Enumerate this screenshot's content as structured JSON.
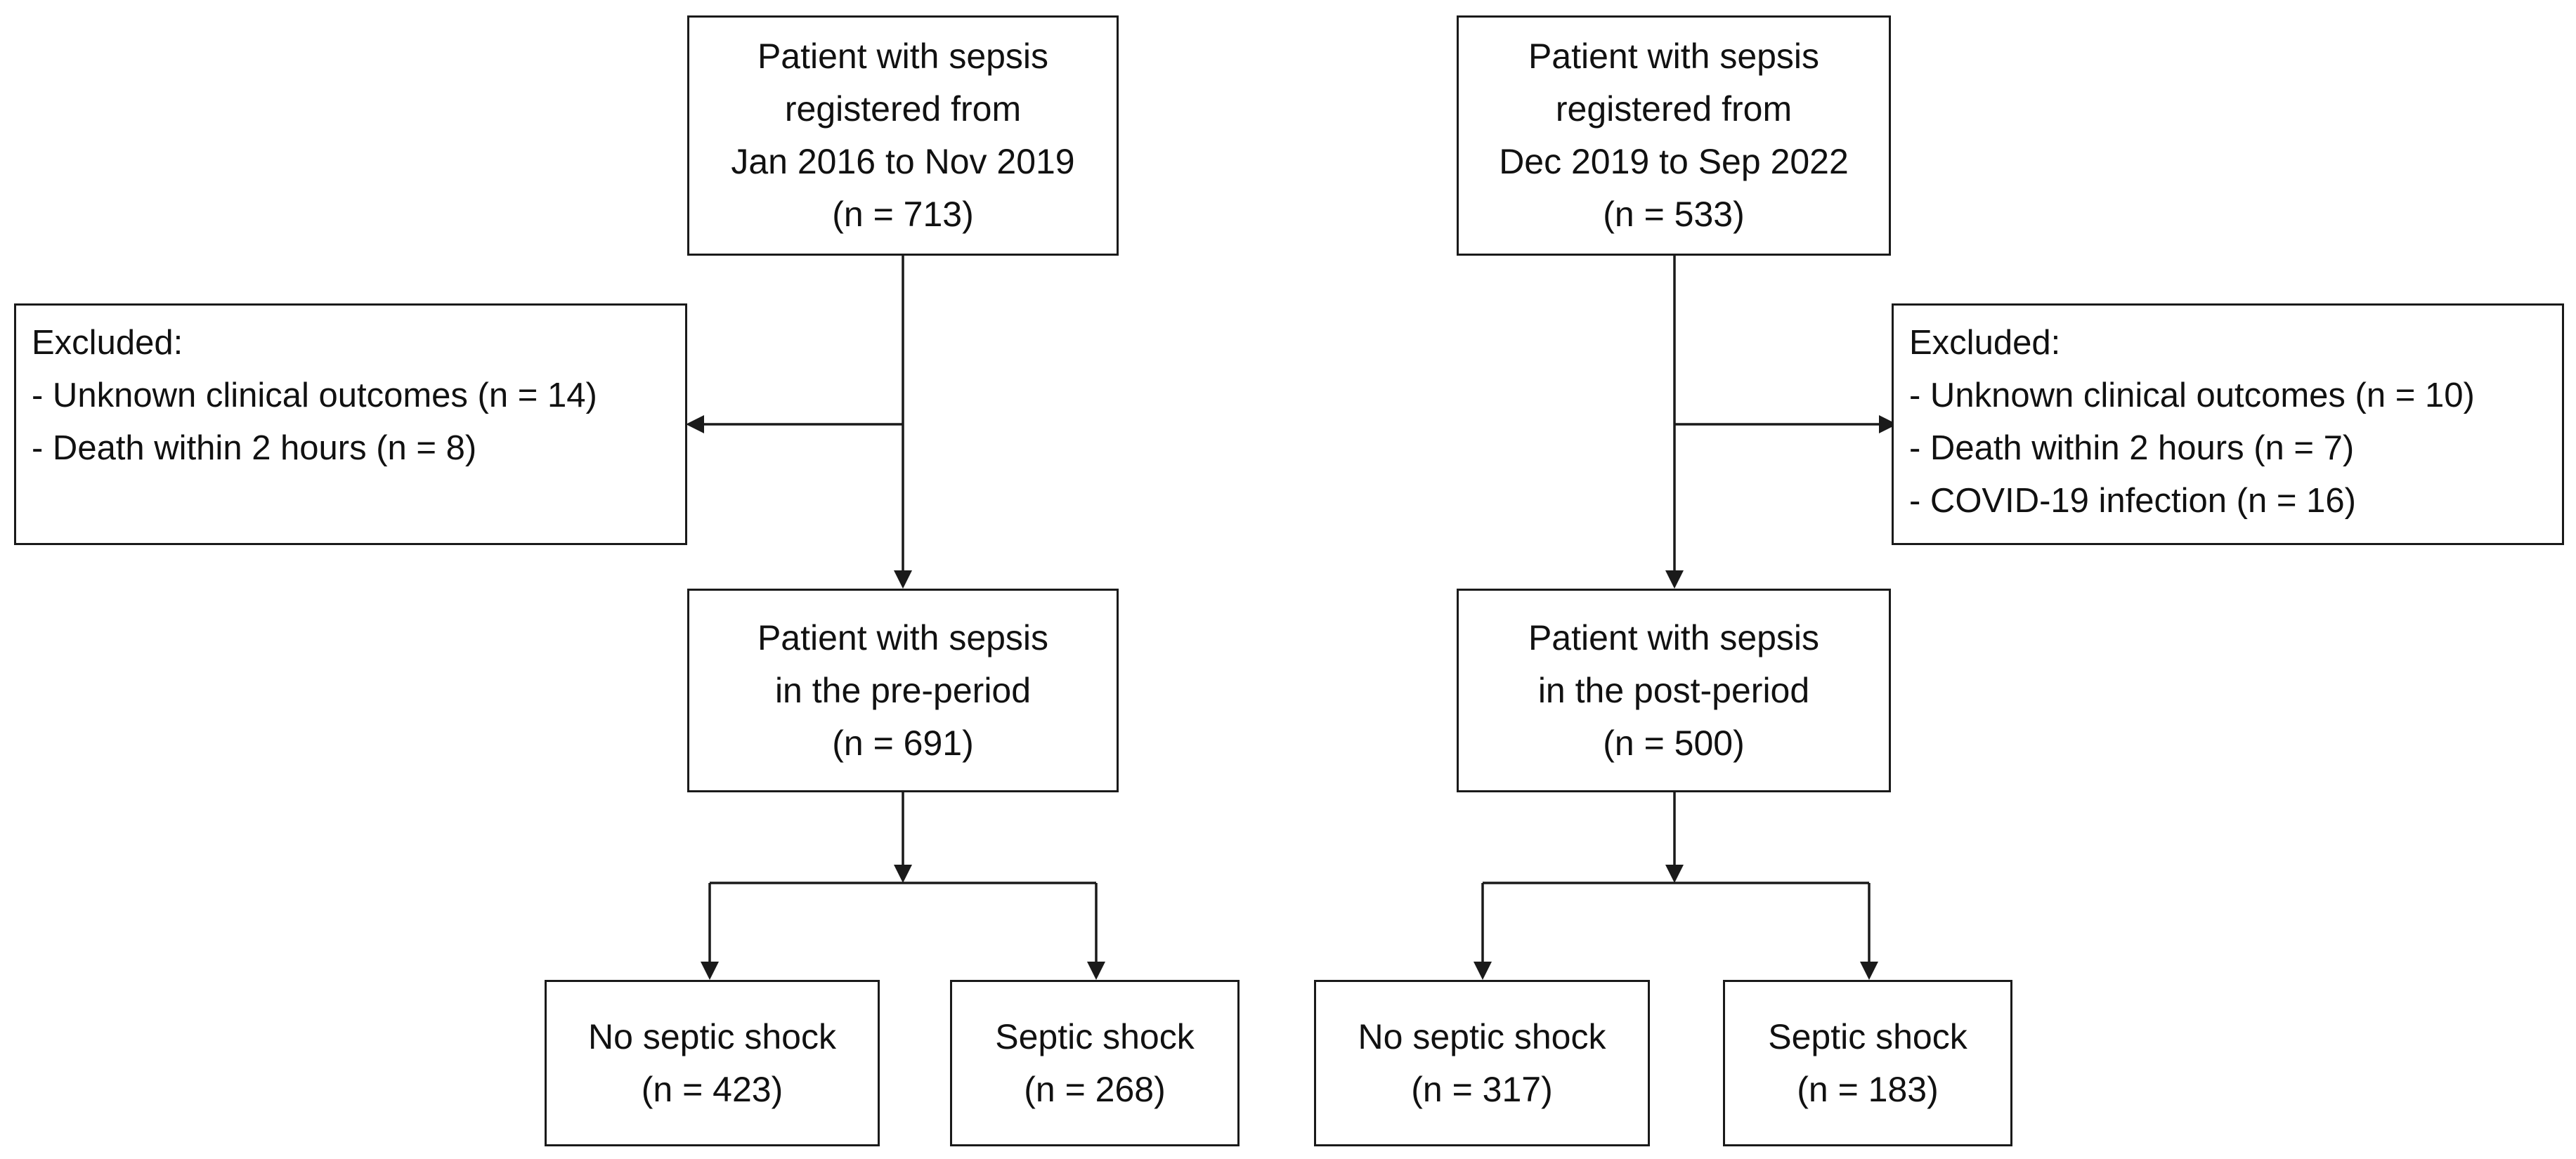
{
  "left": {
    "registered": [
      "Patient with sepsis",
      "registered from",
      "Jan 2016 to Nov 2019",
      "(n = 713)"
    ],
    "excluded": {
      "title": "Excluded:",
      "items": [
        "- Unknown clinical outcomes (n = 14)",
        "- Death within 2 hours (n = 8)"
      ]
    },
    "period": [
      "Patient with sepsis",
      "in the pre-period",
      "(n = 691)"
    ],
    "no_shock": [
      "No septic shock",
      "(n = 423)"
    ],
    "shock": [
      "Septic shock",
      "(n = 268)"
    ]
  },
  "right": {
    "registered": [
      "Patient with sepsis",
      "registered from",
      "Dec 2019 to Sep 2022",
      "(n = 533)"
    ],
    "excluded": {
      "title": "Excluded:",
      "items": [
        "- Unknown clinical outcomes (n = 10)",
        "- Death within 2 hours (n = 7)",
        "- COVID-19 infection (n = 16)"
      ]
    },
    "period": [
      "Patient with sepsis",
      "in the post-period",
      "(n = 500)"
    ],
    "no_shock": [
      "No septic shock",
      "(n = 317)"
    ],
    "shock": [
      "Septic shock",
      "(n = 183)"
    ]
  }
}
